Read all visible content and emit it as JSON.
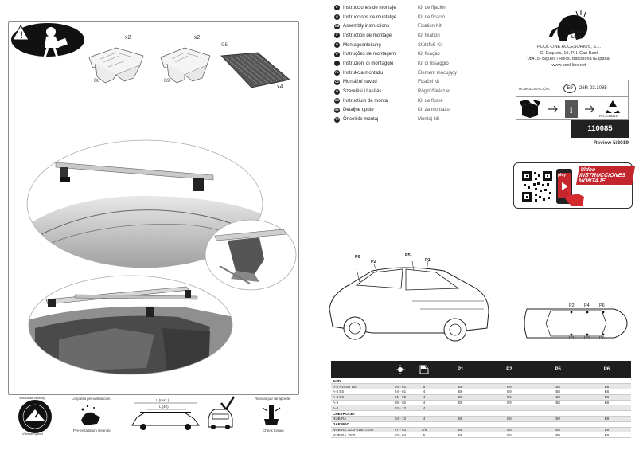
{
  "parts": [
    {
      "code": "B8",
      "qty": "x2"
    },
    {
      "code": "B9",
      "qty": "x2"
    },
    {
      "code": "G5",
      "qty": "x4"
    }
  ],
  "bottom_icons": {
    "velocity_top": "Velocidad Velocity",
    "velocity_bottom": "Vitesse Speed",
    "cleaning_top": "Limpieza pre-instalación",
    "cleaning_bottom": "Pre-installation cleaning",
    "dimension_1": "L (max.)",
    "dimension_2": "L (40)",
    "torque_top": "Revisar par de apriete",
    "torque_bottom": "Check torque"
  },
  "languages": [
    {
      "code": "E",
      "title": "Instrucciones de montaje",
      "kit": "Kit de fijación"
    },
    {
      "code": "C",
      "title": "Instruccions de muntatge",
      "kit": "Kit de fixació"
    },
    {
      "code": "GB",
      "title": "Assembly instructions",
      "kit": "Fixation Kit"
    },
    {
      "code": "F",
      "title": "Instruction de montage",
      "kit": "Kit fixation"
    },
    {
      "code": "D",
      "title": "Montageanleitung",
      "kit": "Stützfuß-Kit"
    },
    {
      "code": "P",
      "title": "Instruções de montagem",
      "kit": "Kit fixaçao"
    },
    {
      "code": "I",
      "title": "Instruzioni di montaggio",
      "kit": "Kit di fissaggio"
    },
    {
      "code": "PL",
      "title": "Instrukcja montażu",
      "kit": "Element mocujący"
    },
    {
      "code": "CZ",
      "title": "Montážní návod",
      "kit": "Fixační kit"
    },
    {
      "code": "H",
      "title": "Szerelési Útasítás",
      "kit": "Rögzítő készlet"
    },
    {
      "code": "RO",
      "title": "Instructium de montaj",
      "kit": "Kit de fixare"
    },
    {
      "code": "SK",
      "title": "Detaljne upute",
      "kit": "Kit za montažu"
    },
    {
      "code": "TR",
      "title": "Öncelikle montaj",
      "kit": "Montaj kiti"
    }
  ],
  "company": {
    "logo_line1": "POOL",
    "logo_line2": "LINE",
    "name": "POOL-LINE ACCESORIOS, S.L.",
    "address1": "C. Esqueis, 19, P. I. Can Barri",
    "address2": "08415- Bigues i Riells. Barcelona (España)",
    "web": "www.pool-line.net"
  },
  "homologation": {
    "label": "HOMOLOGACIÓN:",
    "mark": "E9",
    "number": "26R-03.1085"
  },
  "recyclable_label": "RECICLABLE",
  "product_code": "110085",
  "review": "Review 5/2019",
  "video": {
    "line1": "Video",
    "line2": "INSTRUCCIONES",
    "line3": "MONTAJE",
    "play": "play"
  },
  "positions": {
    "p6": "P6",
    "p2": "P2",
    "p5": "P5",
    "p1": "P1",
    "p4": "P4",
    "p3": "P3"
  },
  "table": {
    "headers": [
      "",
      "",
      "",
      "P1",
      "P2",
      "P5",
      "P6"
    ],
    "rows": [
      {
        "brand": true,
        "model": "AUDI",
        "years": "",
        "doors": "",
        "p1": "",
        "p2": "",
        "p5": "",
        "p6": ""
      },
      {
        "brand": false,
        "model": "A-4 AVANT B5",
        "years": "94 - 01",
        "doors": "5",
        "p1": "B9",
        "p2": "B9",
        "p5": "B8",
        "p6": "B8"
      },
      {
        "brand": false,
        "model": "A-4 B5",
        "years": "94 - 01",
        "doors": "4",
        "p1": "B9",
        "p2": "B9",
        "p5": "B8",
        "p6": "B8"
      },
      {
        "brand": false,
        "model": "A-4 B6",
        "years": "01 - 05",
        "doors": "4",
        "p1": "B9",
        "p2": "B9",
        "p5": "B8",
        "p6": "B8"
      },
      {
        "brand": false,
        "model": "A-6",
        "years": "96 - 02",
        "doors": "4",
        "p1": "B9",
        "p2": "B9",
        "p5": "B8",
        "p6": "B8"
      },
      {
        "brand": false,
        "model": "A-8",
        "years": "92 - 10",
        "doors": "4",
        "p1": "",
        "p2": "",
        "p5": "",
        "p6": ""
      },
      {
        "brand": true,
        "model": "CHEVROLET",
        "years": "",
        "doors": "",
        "p1": "",
        "p2": "",
        "p5": "",
        "p6": ""
      },
      {
        "brand": false,
        "model": "NUBIRA",
        "years": "04 - 10",
        "doors": "4",
        "p1": "B8",
        "p2": "B8",
        "p5": "B9",
        "p6": "B9"
      },
      {
        "brand": true,
        "model": "DAEWOO",
        "years": "",
        "doors": "",
        "p1": "",
        "p2": "",
        "p5": "",
        "p6": ""
      },
      {
        "brand": false,
        "model": "NUBIRA J100-J150-J190",
        "years": "97 - 03",
        "doors": "4/5",
        "p1": "B8",
        "p2": "B8",
        "p5": "B9",
        "p6": "B9"
      },
      {
        "brand": false,
        "model": "NUBIRA J200",
        "years": "02 - 04",
        "doors": "5",
        "p1": "B8",
        "p2": "B8",
        "p5": "B9",
        "p6": "B9"
      }
    ]
  }
}
